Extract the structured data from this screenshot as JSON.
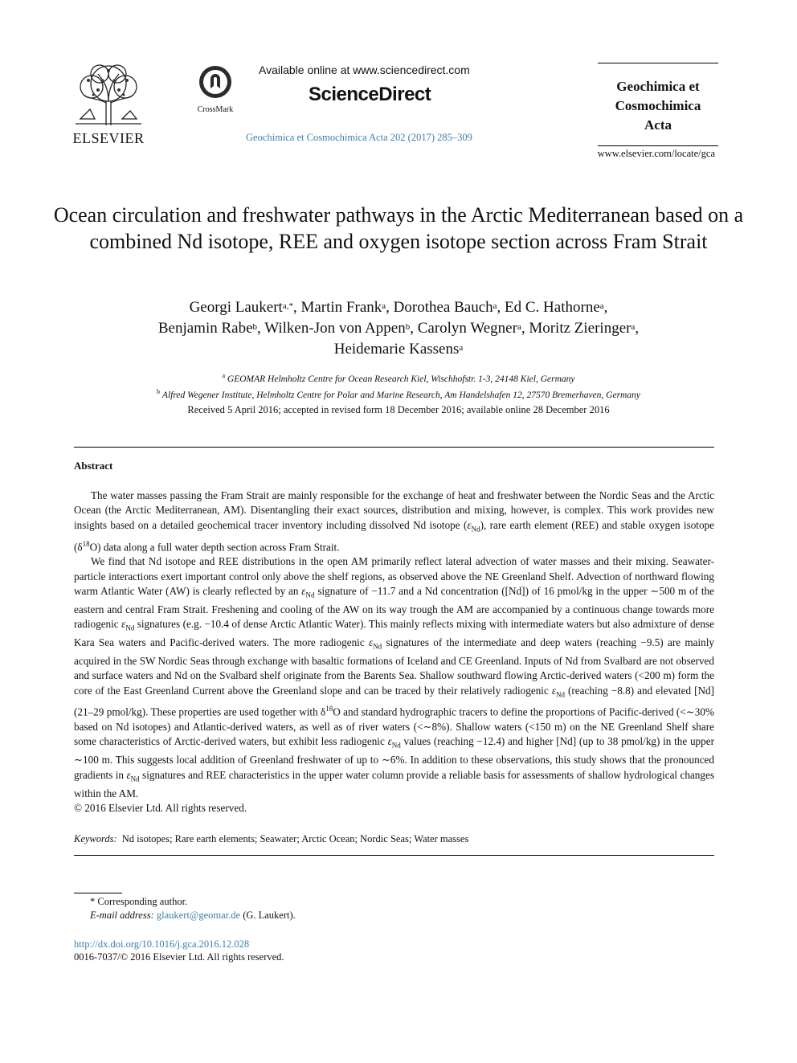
{
  "header": {
    "publisher_logo_text": "ELSEVIER",
    "crossmark_label": "CrossMark",
    "available_online": "Available online at www.sciencedirect.com",
    "platform_title": "ScienceDirect",
    "citation": "Geochimica et Cosmochimica Acta 202 (2017) 285–309",
    "journal_name": "Geochimica et\nCosmochimica\nActa",
    "journal_url": "www.elsevier.com/locate/gca"
  },
  "article": {
    "title": "Ocean circulation and freshwater pathways in the Arctic Mediterranean based on a combined Nd isotope, REE and oxygen isotope section across Fram Strait",
    "authors": [
      {
        "name": "Georgi Laukert",
        "sup": "a,*"
      },
      {
        "name": "Martin Frank",
        "sup": "a"
      },
      {
        "name": "Dorothea Bauch",
        "sup": "a"
      },
      {
        "name": "Ed C. Hathorne",
        "sup": "a"
      },
      {
        "name": "Benjamin Rabe",
        "sup": "b"
      },
      {
        "name": "Wilken-Jon von Appen",
        "sup": "b"
      },
      {
        "name": "Carolyn Wegner",
        "sup": "a"
      },
      {
        "name": "Moritz Zieringer",
        "sup": "a"
      },
      {
        "name": "Heidemarie Kassens",
        "sup": "a"
      }
    ],
    "affiliations": [
      {
        "sup": "a",
        "text": "GEOMAR Helmholtz Centre for Ocean Research Kiel, Wischhofstr. 1-3, 24148 Kiel, Germany"
      },
      {
        "sup": "b",
        "text": "Alfred Wegener Institute, Helmholtz Centre for Polar and Marine Research, Am Handelshafen 12, 27570 Bremerhaven, Germany"
      }
    ],
    "received": "Received 5 April 2016; accepted in revised form 18 December 2016; available online 28 December 2016"
  },
  "abstract": {
    "heading": "Abstract",
    "copyright": "© 2016 Elsevier Ltd. All rights reserved."
  },
  "keywords": {
    "label": "Keywords:",
    "text": "Nd isotopes; Rare earth elements; Seawater; Arctic Ocean; Nordic Seas; Water masses"
  },
  "footnote": {
    "corresponding": "* Corresponding author.",
    "email_label": "E-mail address:",
    "email": "glaukert@geomar.de",
    "email_suffix": " (G. Laukert)."
  },
  "doi": "http://dx.doi.org/10.1016/j.gca.2016.12.028",
  "issn_line": "0016-7037/© 2016 Elsevier Ltd. All rights reserved."
}
